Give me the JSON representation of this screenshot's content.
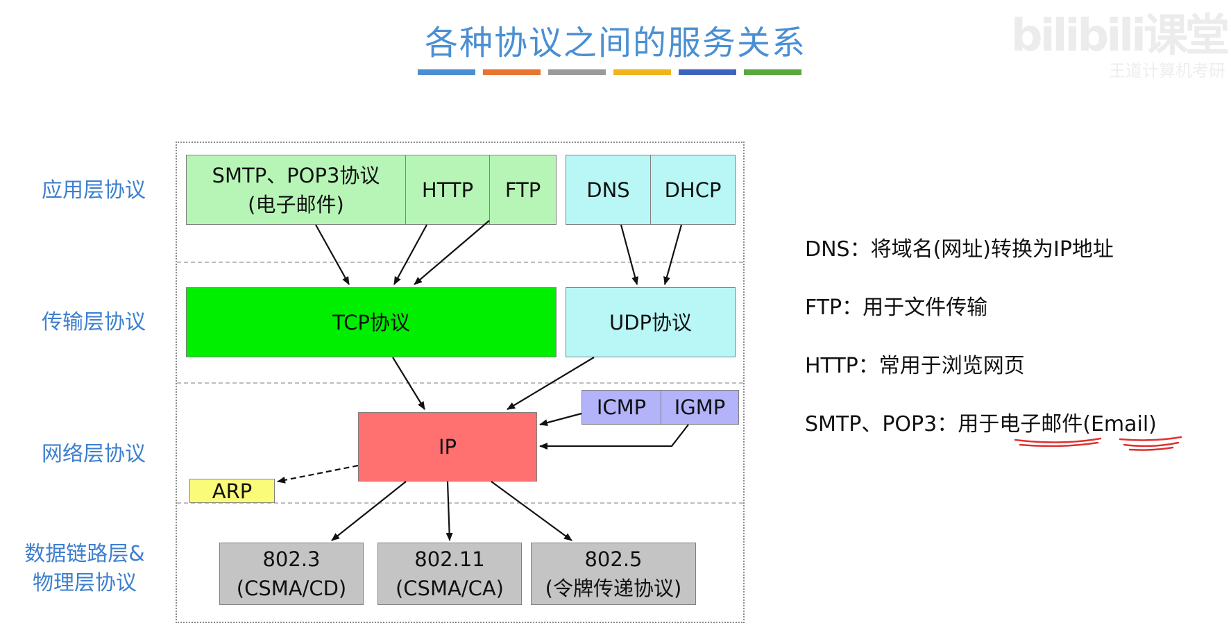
{
  "title": "各种协议之间的服务关系",
  "title_bar_colors": [
    "#4a8fd3",
    "#e8742f",
    "#9a9a9a",
    "#f0b41e",
    "#3d63c0",
    "#5aa83d"
  ],
  "watermark": {
    "logo": "bilibili课堂",
    "sub": "王道计算机考研"
  },
  "layers": {
    "application": "应用层协议",
    "transport": "传输层协议",
    "network": "网络层协议",
    "link_line1": "数据链路层&",
    "link_line2": "物理层协议"
  },
  "boxes": {
    "smtp_line1": "SMTP、POP3协议",
    "smtp_line2": "(电子邮件)",
    "http": "HTTP",
    "ftp": "FTP",
    "dns": "DNS",
    "dhcp": "DHCP",
    "tcp": "TCP协议",
    "udp": "UDP协议",
    "icmp": "ICMP",
    "igmp": "IGMP",
    "ip": "IP",
    "arp": "ARP",
    "l8023_line1": "802.3",
    "l8023_line2": "(CSMA/CD)",
    "l80211_line1": "802.11",
    "l80211_line2": "(CSMA/CA)",
    "l8025_line1": "802.5",
    "l8025_line2": "(令牌传递协议)"
  },
  "colors": {
    "app_green": "#b6f5b6",
    "app_cyan": "#b9f6f6",
    "tcp": "#00ee00",
    "ip": "#ff7070",
    "icmp_igmp": "#b3b3fa",
    "arp": "#fbfb7a",
    "link": "#c4c4c4",
    "layer_label": "#3d7fd0",
    "annotation": "#e03030"
  },
  "notes": {
    "dns": "DNS：将域名(网址)转换为IP地址",
    "ftp": "FTP：用于文件传输",
    "http": "HTTP：常用于浏览网页",
    "smtp_prefix": "SMTP、POP3：用于",
    "smtp_email_cn": "电子邮件",
    "smtp_email_en": "(Email)"
  }
}
